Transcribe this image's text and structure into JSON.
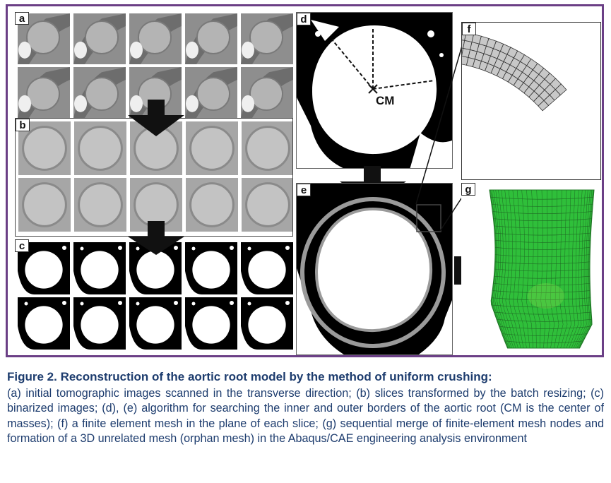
{
  "panels": {
    "a": "a",
    "b": "b",
    "c": "c",
    "d": "d",
    "e": "e",
    "f": "f",
    "g": "g"
  },
  "annotations": {
    "center_of_mass": "CM"
  },
  "caption": {
    "title": "Figure 2. Reconstruction of the aortic root model by the method of uniform crushing:",
    "body": "(a) initial tomographic images scanned in the transverse direction; (b) slices transformed by the batch resizing; (c) binarized images; (d), (e) algorithm for searching the inner and outer borders of the aortic root (CM is the center of masses); (f) a finite element mesh in the plane of each slice; (g) sequential merge of finite-element mesh nodes and formation of a 3D unrelated mesh (orphan mesh) in the Abaqus/CAE engineering analysis environment"
  },
  "colors": {
    "frame": "#6b3f86",
    "caption_text": "#1d3c6e",
    "mesh_green": "#2fbf3a",
    "mesh_gray": "#c8c8c8",
    "ct_gray": "#9a9a9a"
  }
}
